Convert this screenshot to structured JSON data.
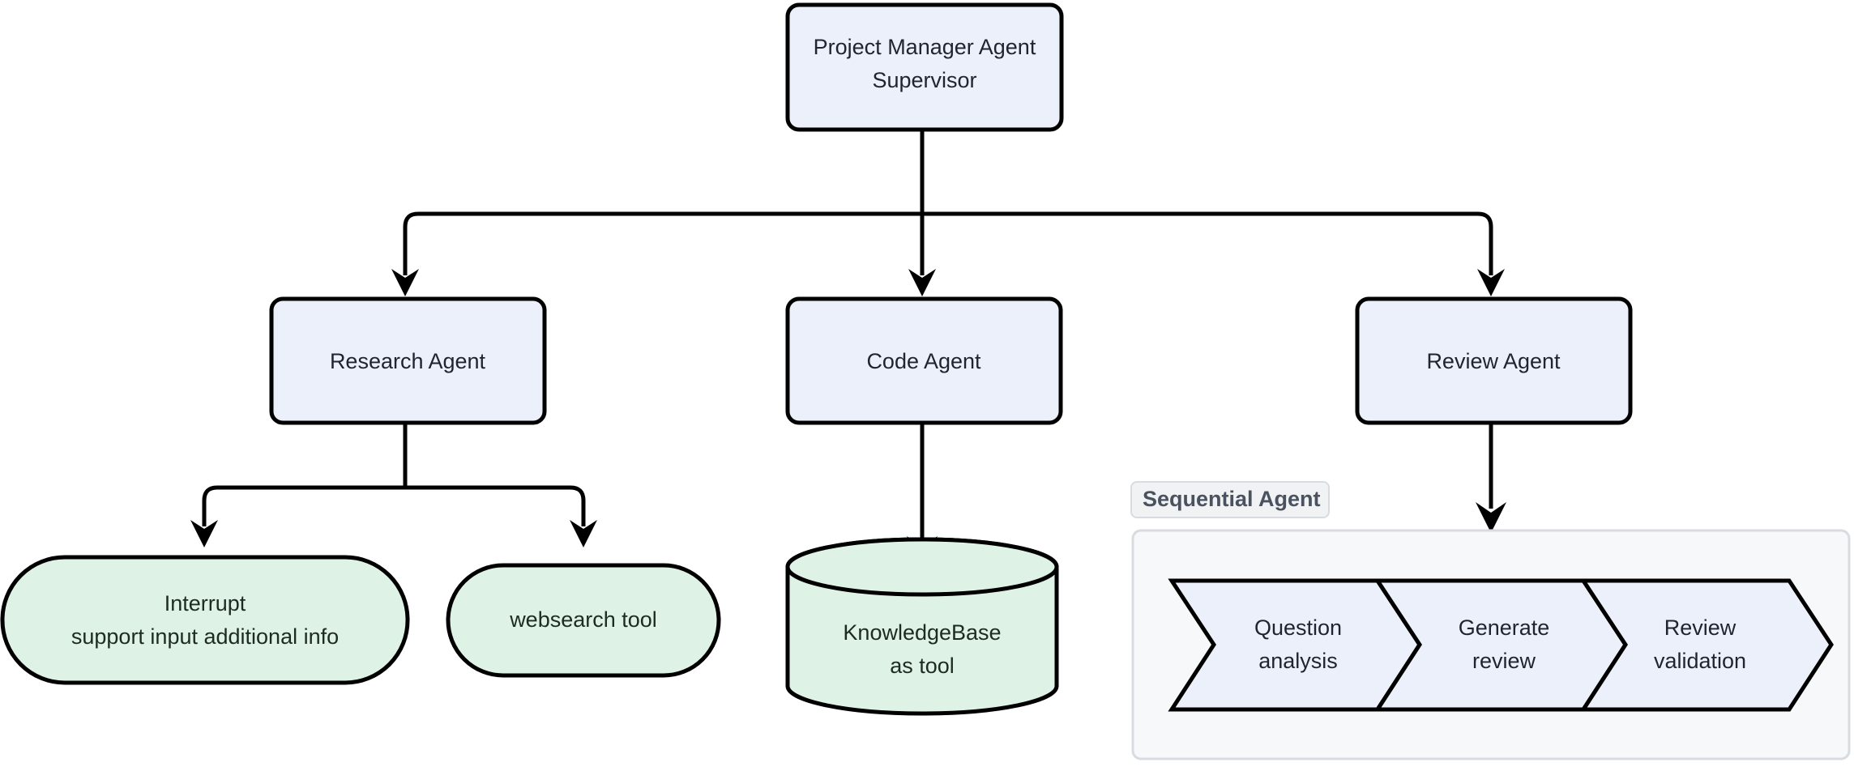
{
  "diagram": {
    "type": "flowchart",
    "title": "Multi-agent supervisor flowchart",
    "colors": {
      "node_fill_blue": "#ecf0fb",
      "node_fill_green": "#dff2e6",
      "node_stroke": "#000000",
      "cluster_fill": "#f7f8f9",
      "cluster_stroke": "#d8dbe0",
      "cluster_label_color": "#4a5260",
      "text_color": "#1f2430",
      "background": "#ffffff"
    },
    "nodes": {
      "supervisor": {
        "shape": "rounded-rect",
        "line1": "Project Manager Agent",
        "line2": "Supervisor"
      },
      "research_agent": {
        "shape": "rounded-rect",
        "label": "Research Agent"
      },
      "code_agent": {
        "shape": "rounded-rect",
        "label": "Code Agent"
      },
      "review_agent": {
        "shape": "rounded-rect",
        "label": "Review Agent"
      },
      "interrupt": {
        "shape": "stadium",
        "line1": "Interrupt",
        "line2": "support input additional info"
      },
      "websearch": {
        "shape": "stadium",
        "label": "websearch tool"
      },
      "knowledgebase": {
        "shape": "cylinder",
        "line1": "KnowledgeBase",
        "line2": "as tool"
      }
    },
    "cluster": {
      "label": "Sequential Agent",
      "steps": [
        {
          "shape": "chevron",
          "line1": "Question",
          "line2": "analysis"
        },
        {
          "shape": "chevron",
          "line1": "Generate",
          "line2": "review"
        },
        {
          "shape": "chevron",
          "line1": "Review",
          "line2": "validation"
        }
      ]
    },
    "edges": [
      {
        "from": "supervisor",
        "to": "research_agent",
        "arrow": true
      },
      {
        "from": "supervisor",
        "to": "code_agent",
        "arrow": true
      },
      {
        "from": "supervisor",
        "to": "review_agent",
        "arrow": true
      },
      {
        "from": "research_agent",
        "to": "interrupt",
        "arrow": true
      },
      {
        "from": "research_agent",
        "to": "websearch",
        "arrow": true
      },
      {
        "from": "code_agent",
        "to": "knowledgebase",
        "arrow": true
      },
      {
        "from": "review_agent",
        "to": "sequential_agent_cluster",
        "arrow": true
      }
    ]
  }
}
